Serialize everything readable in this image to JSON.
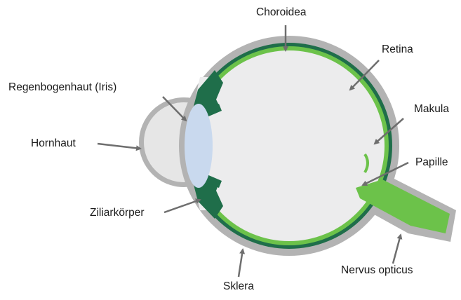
{
  "labels": {
    "choroidea": "Choroidea",
    "retina": "Retina",
    "iris": "Regenbogenhaut (Iris)",
    "makula": "Makula",
    "hornhaut": "Hornhaut",
    "papille": "Papille",
    "ziliarkoerper": "Ziliarkörper",
    "nervus_opticus": "Nervus opticus",
    "sklera": "Sklera"
  },
  "colors": {
    "sclera": "#b3b3b3",
    "cornea": "#e6e6e6",
    "choroid": "#1f6e4a",
    "retina": "#6cc24a",
    "vitreous": "#ececed",
    "lens": "#c9d9ee",
    "arrow": "#6e6e6e",
    "text": "#1a1a1a"
  }
}
